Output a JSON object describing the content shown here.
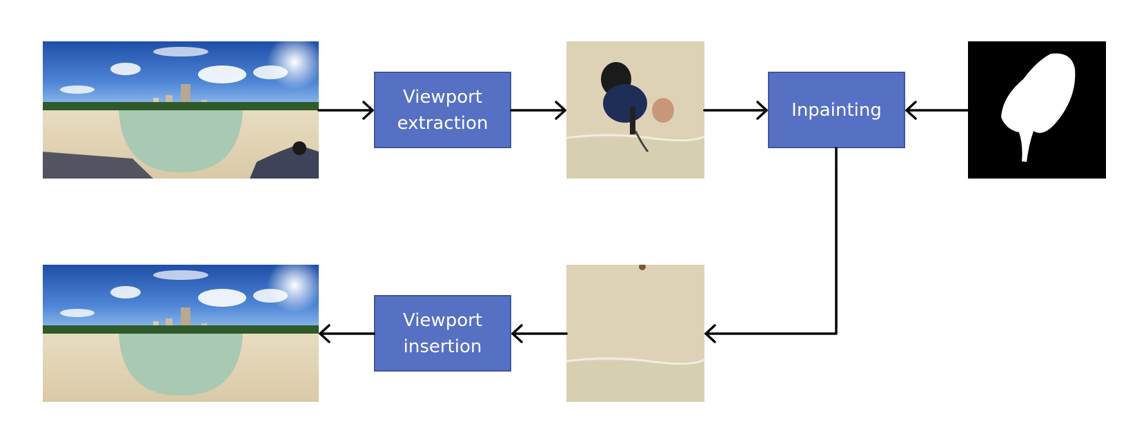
{
  "diagram": {
    "nodes": {
      "viewport_extraction": {
        "line1": "Viewport",
        "line2": "extraction"
      },
      "inpainting": {
        "label": "Inpainting"
      },
      "viewport_insertion": {
        "line1": "Viewport",
        "line2": "insertion"
      }
    },
    "images": {
      "input_panorama": "panorama-image",
      "extracted_viewport": "viewport-image",
      "mask": "mask-image",
      "inpainted_viewport": "inpainted-viewport-image",
      "output_panorama": "panorama-image"
    },
    "edges": [
      {
        "from": "input_panorama",
        "to": "viewport_extraction"
      },
      {
        "from": "viewport_extraction",
        "to": "extracted_viewport"
      },
      {
        "from": "extracted_viewport",
        "to": "inpainting"
      },
      {
        "from": "mask",
        "to": "inpainting"
      },
      {
        "from": "inpainting",
        "to": "inpainted_viewport"
      },
      {
        "from": "inpainted_viewport",
        "to": "viewport_insertion"
      },
      {
        "from": "viewport_insertion",
        "to": "output_panorama"
      }
    ],
    "colors": {
      "box_fill": "#5670c4",
      "box_border": "#3f559e",
      "box_text": "#ffffff",
      "arrow": "#000000"
    }
  }
}
